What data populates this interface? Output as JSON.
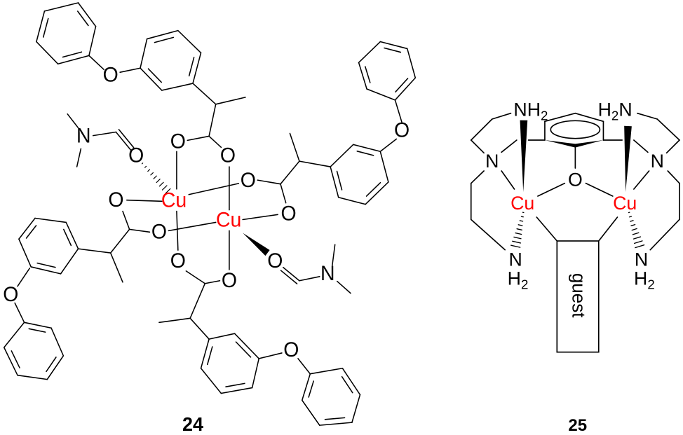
{
  "compounds": [
    {
      "number": "24"
    },
    {
      "number": "25"
    }
  ],
  "atoms": {
    "O": "O",
    "Cu": "Cu",
    "N": "N",
    "NH": "NH",
    "H": "H",
    "H2N_prefix": "H",
    "sub2": "2"
  },
  "guest_label": "guest",
  "colors": {
    "metal": "#ff0000",
    "bond": "#000000"
  }
}
